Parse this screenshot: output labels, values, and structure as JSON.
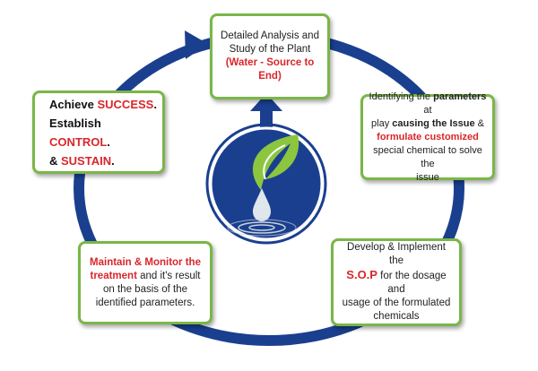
{
  "colors": {
    "ring_blue": "#1b3f8f",
    "box_border_green": "#7ab648",
    "highlight_red": "#d9262b",
    "leaf_green": "#8cc63f",
    "drop_gray": "#c9d3dc"
  },
  "icons": {
    "center": "water-drop-leaf-icon",
    "arrows": "cycle-arrow-icon"
  },
  "steps": {
    "top": {
      "line1": "Detailed Analysis and",
      "line2": "Study of the Plant",
      "line3": "(Water - Source to End)"
    },
    "right": {
      "p1": "Identifying the ",
      "p2": "parameters",
      "p3": " at",
      "p4": "play ",
      "p5": "causing the Issue",
      "p6": " &",
      "p7": "formulate customized",
      "p8": "special chemical to solve the",
      "p9": "issue"
    },
    "bottom_right": {
      "p1": "Develop & Implement the",
      "p2": "S.O.P",
      "p3": " for the dosage and",
      "p4": "usage of the formulated",
      "p5": "chemicals"
    },
    "bottom_left": {
      "p1": "Maintain & Monitor the",
      "p2": "treatment",
      "p3": " and it's result",
      "p4": "on the basis of the",
      "p5": "identified parameters."
    },
    "left": {
      "a1": "Achieve ",
      "a2": "SUCCESS",
      "a3": ".",
      "b1": "Establish ",
      "b2": "CONTROL",
      "b3": ".",
      "c1": "& ",
      "c2": "SUSTAIN",
      "c3": "."
    }
  }
}
